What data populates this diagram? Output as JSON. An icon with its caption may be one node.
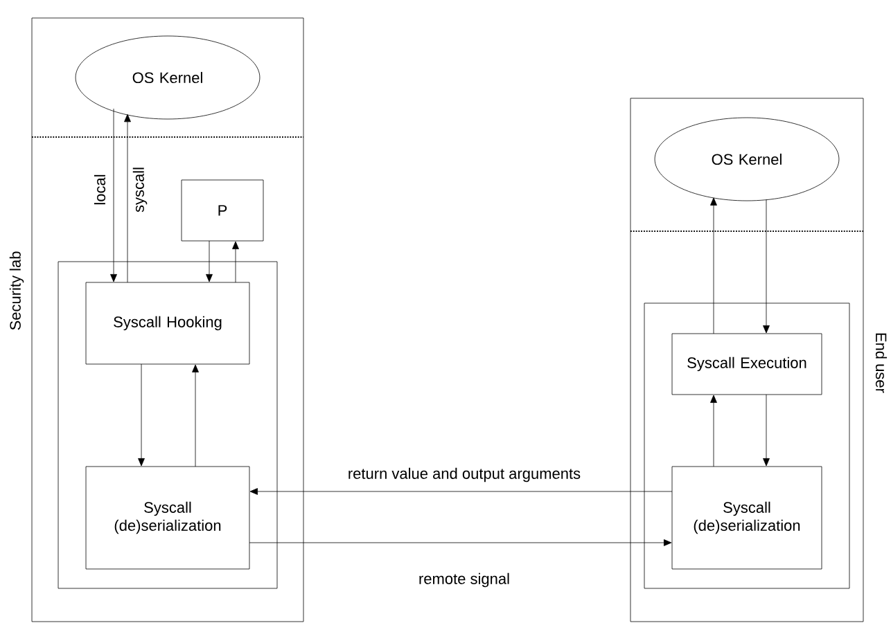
{
  "diagram": {
    "nodes": [
      {
        "text": [
          "Security lab"
        ]
      },
      {
        "text": [
          "OS Kernel"
        ],
        "in": 0
      },
      {
        "text": [
          "P"
        ],
        "in": 0
      },
      {
        "text": [],
        "shape": "box",
        "in": 0
      },
      {
        "text": [
          "Syscall Hooking"
        ],
        "in": 3
      },
      {
        "text": [
          "Syscall (de)serialization"
        ],
        "in": 3
      },
      {
        "text": [
          "End user"
        ]
      },
      {
        "text": [
          "OS Kernel"
        ],
        "in": 6
      },
      {
        "text": [],
        "shape": "box",
        "in": 6
      },
      {
        "text": [
          "Syscall Execution"
        ],
        "in": 8
      },
      {
        "text": [
          "Syscall (de)serialization"
        ],
        "in": 8
      }
    ],
    "edges": [
      {
        "from": 1,
        "to": 4,
        "arrow": "to",
        "label": "local"
      },
      {
        "from": 4,
        "to": 1,
        "arrow": "to",
        "label": "syscall"
      },
      {
        "from": 2,
        "to": 4,
        "arrow": "to"
      },
      {
        "from": 4,
        "to": 2,
        "arrow": "to"
      },
      {
        "from": 4,
        "to": 5,
        "arrow": "to"
      },
      {
        "from": 5,
        "to": 4,
        "arrow": "to"
      },
      {
        "from": 9,
        "to": 7,
        "arrow": "to"
      },
      {
        "from": 7,
        "to": 9,
        "arrow": "to"
      },
      {
        "from": 10,
        "to": 9,
        "arrow": "to"
      },
      {
        "from": 9,
        "to": 10,
        "arrow": "to"
      },
      {
        "from": 10,
        "to": 5,
        "arrow": "to",
        "label": "return value and output arguments"
      },
      {
        "from": 5,
        "to": 10,
        "arrow": "to",
        "label": "remote signal"
      }
    ]
  }
}
